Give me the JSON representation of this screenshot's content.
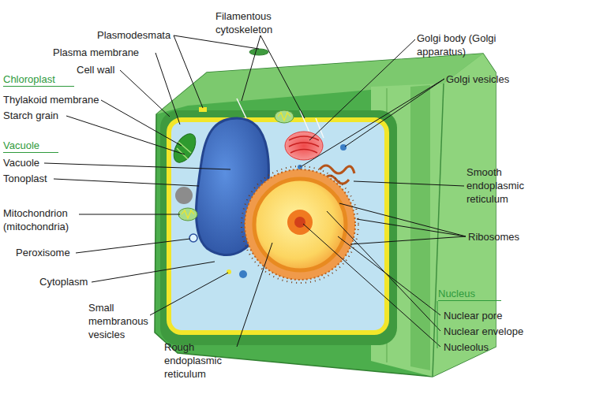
{
  "diagram": {
    "labels": [
      "Plasmodesmata",
      "Plasma membrane",
      "Cell wall",
      "Chloroplast",
      "Thylakoid membrane",
      "Starch grain",
      "Vacuole",
      "Vacuole",
      "Tonoplast",
      "Mitochondrion (mitochondria)",
      "Peroxisome",
      "Cytoplasm",
      "Small membranous vesicles",
      "Rough endoplasmic reticulum",
      "Filamentous cytoskeleton",
      "Golgi body (Golgi apparatus)",
      "Golgi vesicles",
      "Smooth endoplasmic reticulum",
      "Ribosomes",
      "Nucleus",
      "Nuclear pore",
      "Nuclear envelope",
      "Nucleolus"
    ]
  }
}
